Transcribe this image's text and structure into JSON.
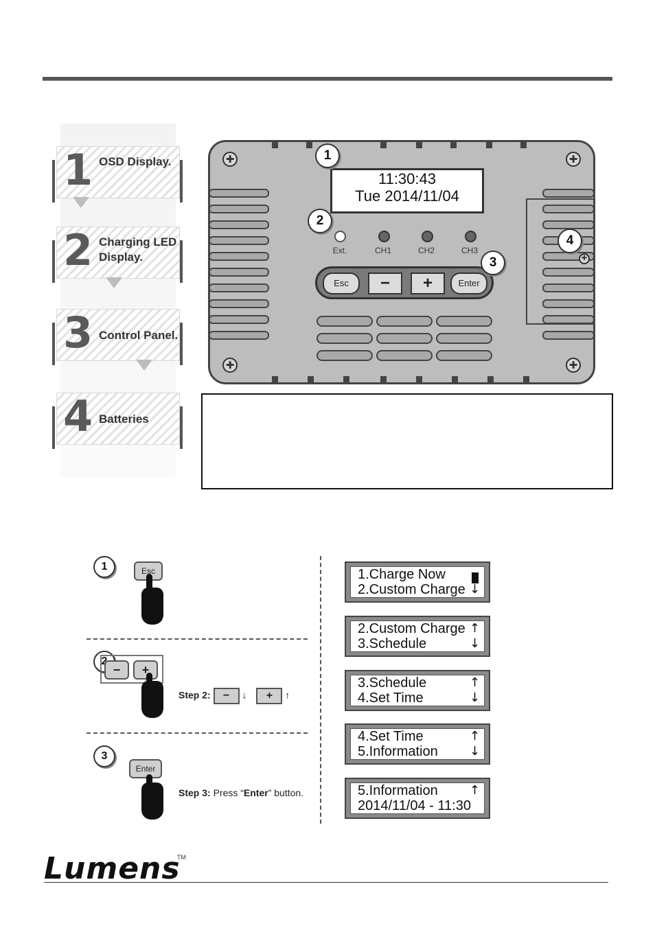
{
  "legend": [
    {
      "number": "1",
      "text": "OSD Display."
    },
    {
      "number": "2",
      "text": "Charging LED Display."
    },
    {
      "number": "3",
      "text": "Control Panel."
    },
    {
      "number": "4",
      "text": "Batteries"
    }
  ],
  "device": {
    "lcd_line1": "11:30:43",
    "lcd_line2": "Tue 2014/11/04",
    "leds": [
      "Ext.",
      "CH1",
      "CH2",
      "CH3"
    ],
    "buttons": {
      "esc": "Esc",
      "minus": "−",
      "plus": "+",
      "enter": "Enter"
    },
    "callouts": [
      "1",
      "2",
      "3",
      "4"
    ]
  },
  "steps": {
    "callouts": [
      "1",
      "2",
      "3"
    ],
    "esc_key": "Esc",
    "minus_key": "−",
    "plus_key": "+",
    "enter_key": "Enter",
    "step2_label": "Step 2:",
    "step2_down": "↓",
    "step2_up": "↑",
    "step3_label": "Step 3:",
    "step3_text_pre": " Press “",
    "step3_bold": "Enter",
    "step3_text_post": "” button."
  },
  "menu_screens": [
    {
      "line1": "1.Charge Now",
      "arrow1": "",
      "line2": "2.Custom Charge",
      "arrow2": "↓"
    },
    {
      "line1": "2.Custom Charge",
      "arrow1": "↑",
      "line2": "3.Schedule",
      "arrow2": "↓"
    },
    {
      "line1": "3.Schedule",
      "arrow1": "↑",
      "line2": "4.Set Time",
      "arrow2": "↓"
    },
    {
      "line1": "4.Set Time",
      "arrow1": "↑",
      "line2": "5.Information",
      "arrow2": "↓"
    },
    {
      "line1": "5.Information",
      "arrow1": "↑",
      "line2": "2014/11/04 - 11:30",
      "arrow2": ""
    }
  ],
  "footer": {
    "logo": "Lumens",
    "trademark": "TM"
  }
}
